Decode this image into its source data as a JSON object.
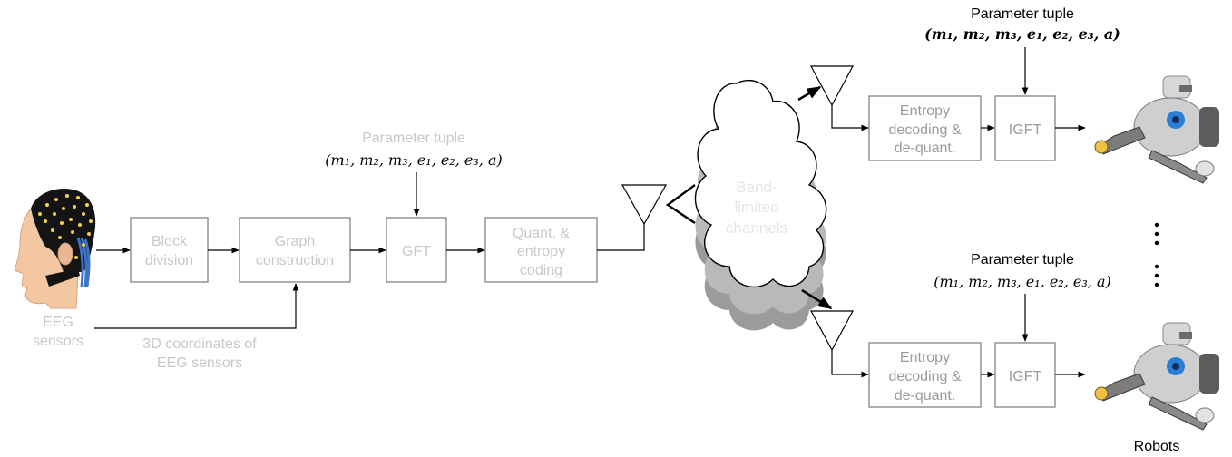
{
  "encoder": {
    "eeg_label_line1": "EEG",
    "eeg_label_line2": "sensors",
    "block_division_line1": "Block",
    "block_division_line2": "division",
    "graph_construction_line1": "Graph",
    "graph_construction_line2": "construction",
    "gft_label": "GFT",
    "quant_line1": "Quant. &",
    "quant_line2": "entropy",
    "quant_line3": "coding",
    "coords_line1": "3D coordinates of",
    "coords_line2": "EEG sensors",
    "param_title": "Parameter tuple",
    "param_tuple": "(m₁, m₂, m₃, e₁, e₂, e₃, a)"
  },
  "channel": {
    "line1": "Band-",
    "line2": "limited",
    "line3": "channels"
  },
  "decoder_top": {
    "param_title": "Parameter tuple",
    "param_tuple": "(m₁, m₂, m₃, e₁, e₂, e₃, a)",
    "entropy_line1": "Entropy",
    "entropy_line2": "decoding &",
    "entropy_line3": "de-quant.",
    "igft_label": "IGFT"
  },
  "decoder_bottom": {
    "param_title": "Parameter tuple",
    "param_tuple": "(m₁, m₂, m₃, e₁, e₂, e₃, a)",
    "entropy_line1": "Entropy",
    "entropy_line2": "decoding &",
    "entropy_line3": "de-quant.",
    "igft_label": "IGFT"
  },
  "robots_label": "Robots",
  "colors": {
    "faded_text": "#c8c8c8",
    "box_stroke": "#8c8c8c",
    "cloud_fill": "#b9b9b9",
    "cloud_shadow": "#8f8f8f",
    "robot_accent": "#2a7fd4",
    "cap_dots": "#f2d14b"
  }
}
